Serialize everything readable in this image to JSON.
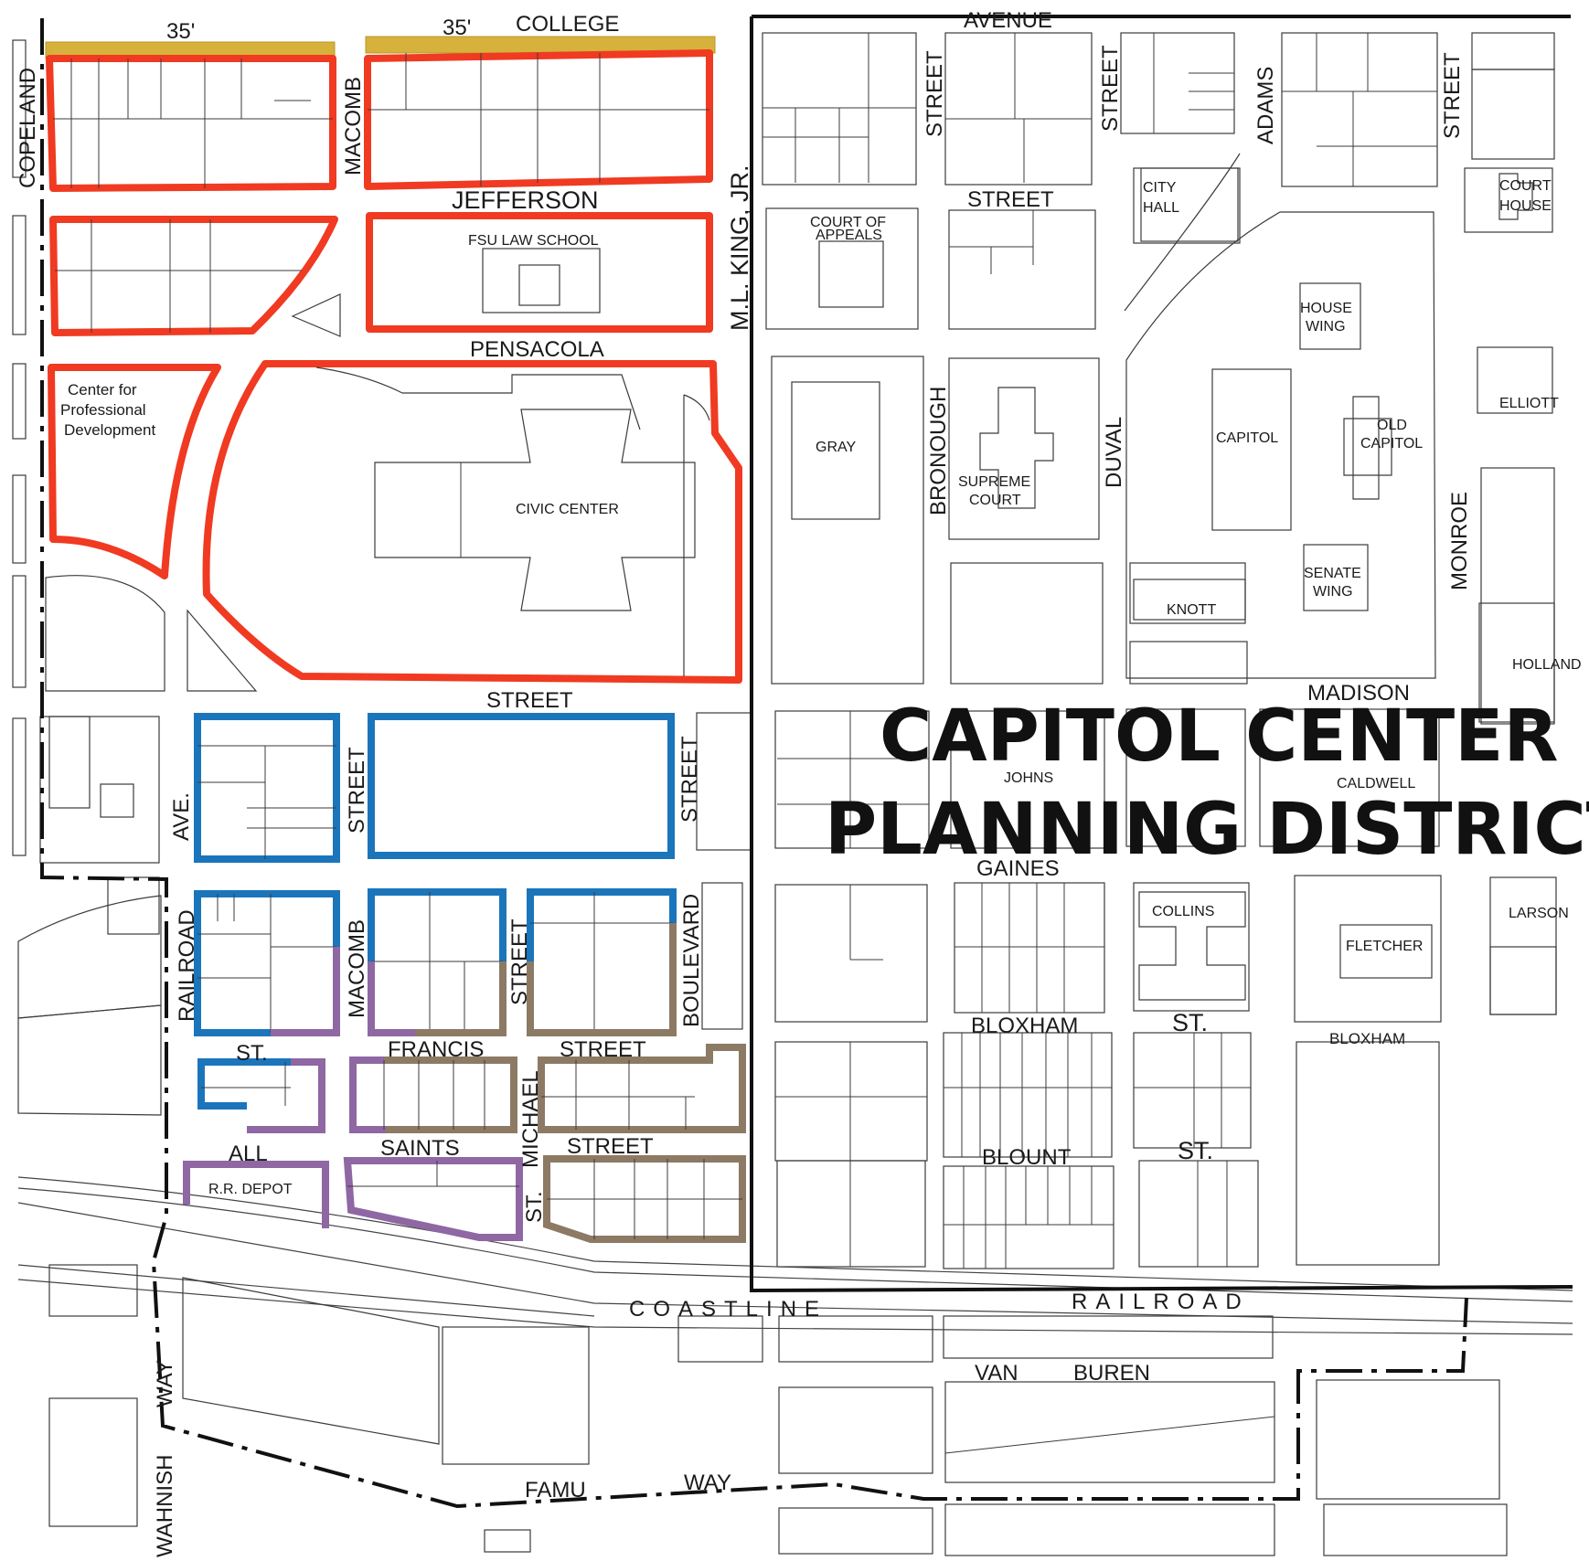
{
  "title": {
    "line1": "CAPITOL CENTER",
    "line2": "PLANNING DISTRICT"
  },
  "streets": {
    "college": "COLLEGE",
    "avenue": "AVENUE",
    "height_a": "35'",
    "height_b": "35'",
    "copeland": "COPELAND",
    "macomb_n": "MACOMB",
    "jefferson": "JEFFERSON",
    "mlk": "M.L. KING, JR.",
    "pensacola": "PENSACOLA",
    "street_civic": "STREET",
    "street_duval_top": "STREET",
    "street_adams_top": "STREET",
    "adams": "ADAMS",
    "street_monroe_top": "STREET",
    "street_jeff_right": "STREET",
    "bronough": "BRONOUGH",
    "street_bronough_top": "STREET",
    "duval": "DUVAL",
    "monroe": "MONROE",
    "madison": "MADISON",
    "gaines": "GAINES",
    "ave_left": "AVE.",
    "street_left_mid": "STREET",
    "street_right_mid": "STREET",
    "railroad_ave": "RAILROAD",
    "macomb_s": "MACOMB",
    "street_saints": "STREET",
    "boulevard": "BOULEVARD",
    "st_left": "ST.",
    "francis": "FRANCIS",
    "street_francis": "STREET",
    "michael": "MICHAEL",
    "all": "ALL",
    "saints": "SAINTS",
    "street_saints_lower": "STREET",
    "st_michael": "ST.",
    "bloxham": "BLOXHAM",
    "st_bloxham": "ST.",
    "bloxham_right": "BLOXHAM",
    "blount": "BLOUNT",
    "st_blount": "ST.",
    "coastline": "COASTLINE",
    "railroad": "RAILROAD",
    "van": "VAN",
    "buren": "BUREN",
    "famu": "FAMU",
    "way_bottom": "WAY",
    "wahnish": "WAHNISH",
    "way_left": "WAY"
  },
  "buildings": {
    "fsu_law": "FSU LAW SCHOOL",
    "cpd_1": "Center for",
    "cpd_2": "Professional",
    "cpd_3": "Development",
    "civic_center": "CIVIC CENTER",
    "court_appeals_1": "COURT OF",
    "court_appeals_2": "APPEALS",
    "gray": "GRAY",
    "supreme_1": "SUPREME",
    "supreme_2": "COURT",
    "city_hall_1": "CITY",
    "city_hall_2": "HALL",
    "house_wing_1": "HOUSE",
    "house_wing_2": "WING",
    "capitol": "CAPITOL",
    "old_capitol_1": "OLD",
    "old_capitol_2": "CAPITOL",
    "senate_1": "SENATE",
    "senate_2": "WING",
    "knott": "KNOTT",
    "court_house_1": "COURT",
    "court_house_2": "HOUSE",
    "elliott": "ELLIOTT",
    "holland": "HOLLAND",
    "johns": "JOHNS",
    "caldwell": "CALDWELL",
    "collins": "COLLINS",
    "fletcher": "FLETCHER",
    "larson": "LARSON",
    "rr_depot": "R.R. DEPOT"
  },
  "legend_colors": {
    "red": "#f03a22",
    "blue": "#1b75bb",
    "purple": "#8e67a3",
    "tan": "#8c7a64",
    "gold": "#d6b13b"
  }
}
